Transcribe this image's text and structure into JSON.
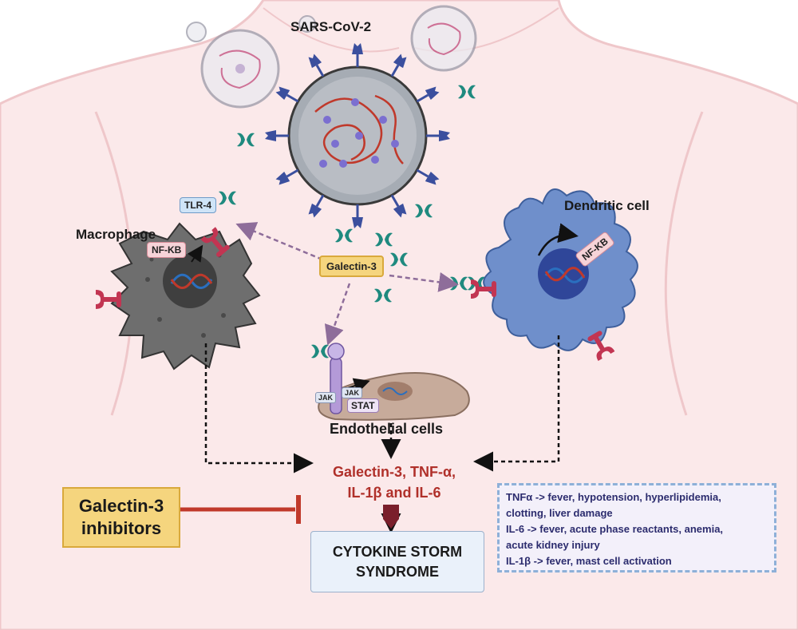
{
  "labels": {
    "virus": "SARS-CoV-2",
    "macrophage": "Macrophage",
    "dendritic": "Dendritic cell",
    "endothelial": "Endothelial cells",
    "galectin": "Galectin-3",
    "tlr4": "TLR-4",
    "nfkb_left": "NF-KB",
    "nfkb_right": "NF-KB",
    "jak1": "JAK",
    "jak2": "JAK",
    "stat": "STAT"
  },
  "outcome": {
    "line1": "Galectin-3, TNF-α,",
    "line2": "IL-1β and IL-6"
  },
  "inhibitors": {
    "line1": "Galectin-3",
    "line2": "inhibitors"
  },
  "storm": {
    "line1": "CYTOKINE STORM",
    "line2": "SYNDROME"
  },
  "effects": [
    "TNFα -> fever, hypotension, hyperlipidemia,",
    "clotting, liver damage",
    "IL-6 -> fever, acute phase reactants, anemia,",
    "acute kidney injury",
    "IL-1β -> fever, mast cell activation"
  ],
  "colors": {
    "skin": "#fbe9ea",
    "skin_outline": "#efc7ca",
    "virion_shell": "#9aa0a8",
    "spike": "#3b4f9e",
    "galectin": "#1f8a7f",
    "receptor": "#c23552",
    "macrophage": "#6e6e6e",
    "dendritic": "#6f8fcb",
    "endothelial": "#c7ab9b",
    "outcome_text": "#b0302a",
    "inhibition_bar": "#c0392b"
  }
}
